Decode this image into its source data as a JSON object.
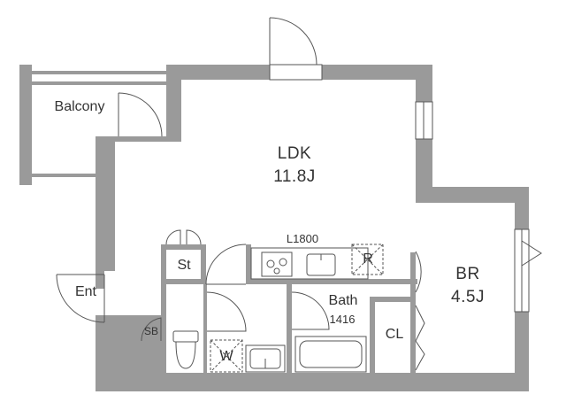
{
  "plan": {
    "rooms": {
      "ldk": {
        "name": "LDK",
        "size": "11.8J"
      },
      "br": {
        "name": "BR",
        "size": "4.5J"
      },
      "balcony": {
        "name": "Balcony"
      },
      "entrance": {
        "name": "Ent"
      },
      "storage": {
        "name": "St"
      },
      "bath": {
        "name": "Bath",
        "size": "1416"
      },
      "closet": {
        "name": "CL"
      },
      "shoe_box": {
        "name": "SB"
      }
    },
    "fixtures": {
      "kitchen": {
        "label": "L1800"
      },
      "fridge": {
        "label": "R"
      },
      "washer": {
        "label": "W"
      }
    },
    "colors": {
      "wall": "#9a9a9a",
      "line": "#555555",
      "text": "#333333"
    }
  }
}
